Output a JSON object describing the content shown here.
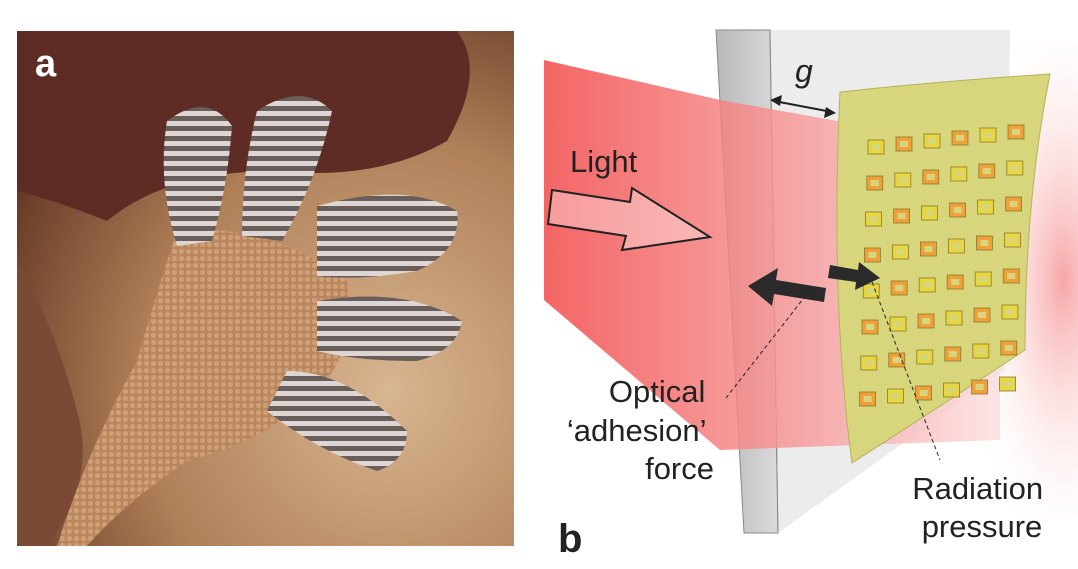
{
  "panel_a": {
    "label": "a"
  },
  "panel_b": {
    "label": "b",
    "gap_symbol": "g",
    "light_label": "Light",
    "optical_force_lines": [
      "Optical",
      "‘adhesion’",
      "force"
    ],
    "radiation_pressure_lines": [
      "Radiation",
      "pressure"
    ]
  },
  "colors": {
    "light_beam": "#f25a5a",
    "metasurface": "#d8d67c",
    "glass_slab": "#c9c9cb",
    "arrow": "#2a2a2a"
  }
}
